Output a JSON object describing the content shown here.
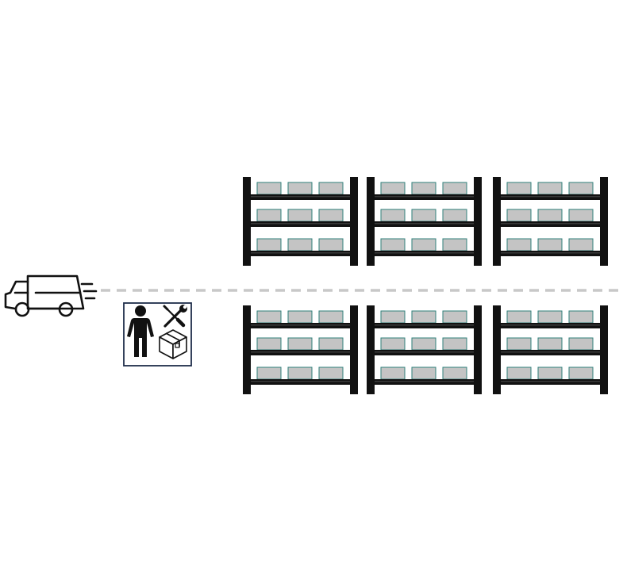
{
  "diagram": {
    "type": "warehouse-layout",
    "colors": {
      "rack": "#111111",
      "box_fill": "#c4c4c4",
      "box_stroke": "#2f7f7a",
      "aisle": "#c8c8c8",
      "station_frame": "#1f2d4a"
    },
    "icons": {
      "vehicle": "delivery-truck-icon",
      "station_worker": "person-icon",
      "station_tools": "wrench-screwdriver-icon",
      "station_package": "package-box-icon"
    },
    "rack_rows": [
      {
        "name": "upper-row",
        "racks": 3,
        "shelves_per_rack": 3,
        "boxes_per_shelf": 3
      },
      {
        "name": "lower-row",
        "racks": 3,
        "shelves_per_rack": 3,
        "boxes_per_shelf": 3
      }
    ]
  }
}
